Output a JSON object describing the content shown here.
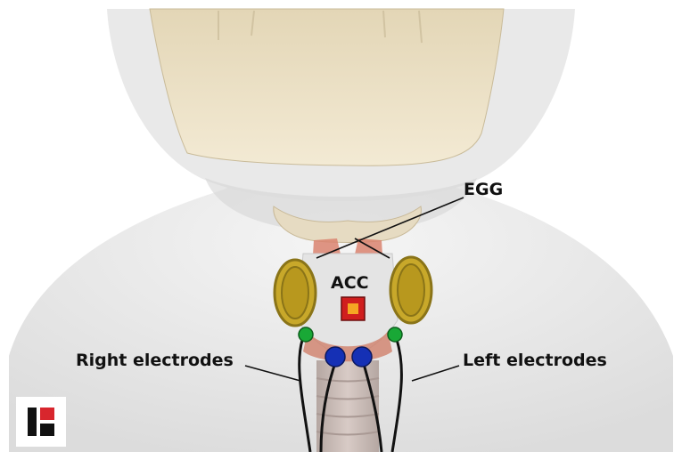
{
  "labels": {
    "egg": "EGG",
    "acc": "ACC",
    "right_electrodes": "Right electrodes",
    "left_electrodes": "Left electrodes"
  },
  "colors": {
    "background": "#ffffff",
    "skin": "#eeeeee",
    "jaw_bone": "#ece1c5",
    "hyoid": "#e6dbc2",
    "trachea": "#cbbdb8",
    "muscle": "#d9826e",
    "egg_electrode_fill": "#c8a82a",
    "egg_electrode_rim": "#8a7418",
    "acc_sensor_outer": "#d01e1e",
    "acc_sensor_inner": "#f5a623",
    "electrode_green": "#19a836",
    "electrode_blue": "#1530b5",
    "logo_red": "#d8262d",
    "logo_black": "#111111"
  },
  "icons": {
    "logo": "brand-logo-icon"
  }
}
